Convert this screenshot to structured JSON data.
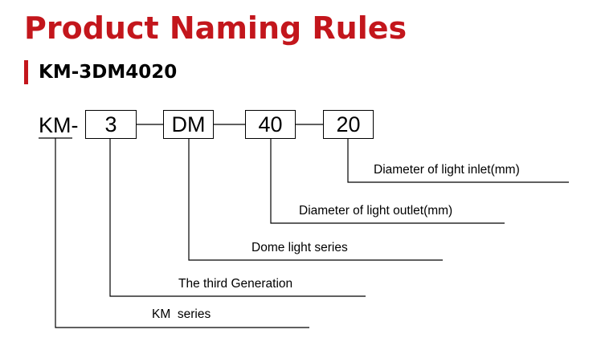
{
  "title": "Product Naming Rules",
  "subtitle": "KM-3DM4020",
  "code": {
    "prefix": "KM-",
    "segments": [
      "3",
      "DM",
      "40",
      "20"
    ]
  },
  "labels": {
    "inlet": "Diameter of light inlet(mm)",
    "outlet": "Diameter of light outlet(mm)",
    "dome": "Dome light series",
    "generation": "The third Generation",
    "series": "KM  series"
  },
  "colors": {
    "accent": "#c3161c",
    "line": "#000000"
  }
}
